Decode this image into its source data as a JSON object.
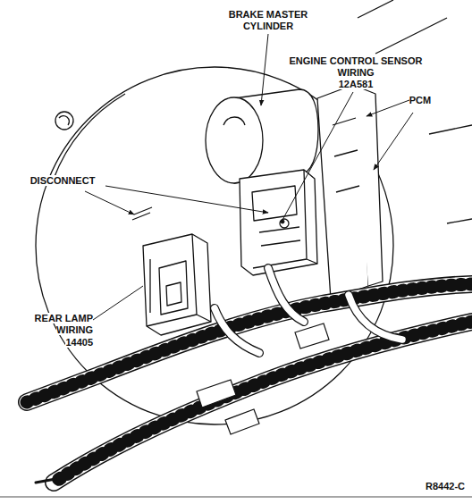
{
  "diagram": {
    "labels": [
      "BRAKE MASTER CYLINDER",
      "ENGINE CONTROL SENSOR WIRING",
      "12A581",
      "PCM",
      "DISCONNECT",
      "REAR LAMP WIRING",
      "14405",
      "R8442-C"
    ]
  }
}
